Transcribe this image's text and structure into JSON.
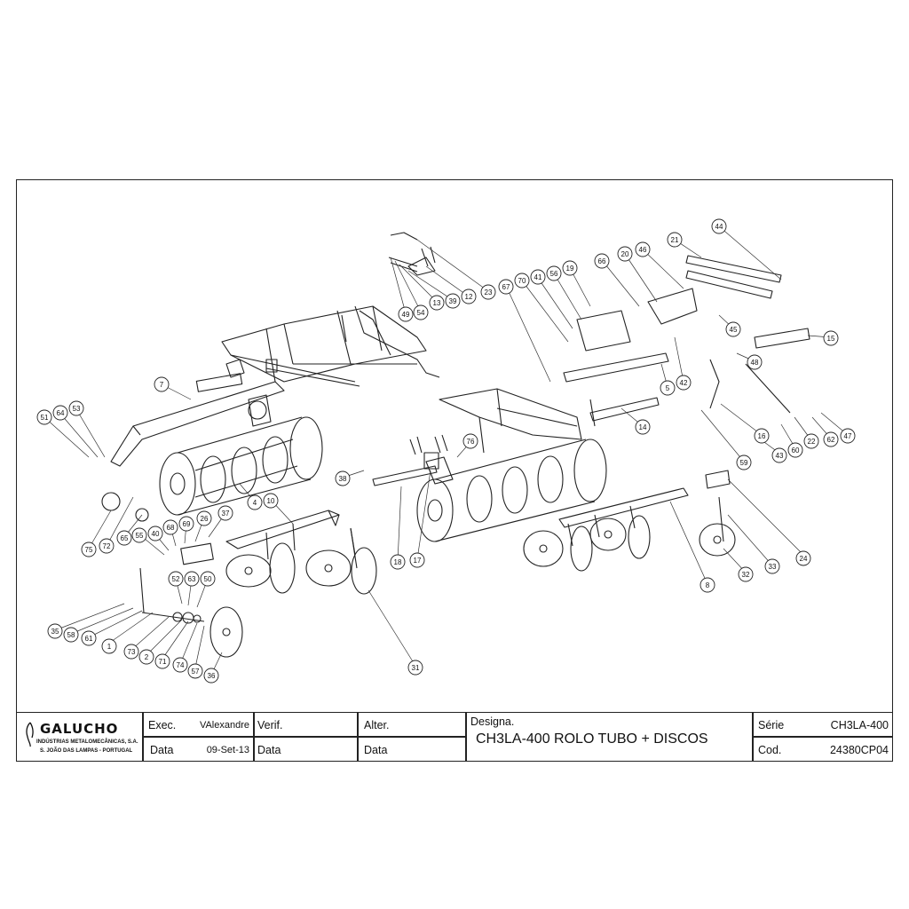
{
  "title_block": {
    "company": "GALUCHO",
    "company_line1": "INDÚSTRIAS METALOMECÂNICAS, S.A.",
    "company_line2": "S. JOÃO DAS LAMPAS - PORTUGAL",
    "exec_label": "Exec.",
    "exec_value": "VAlexandre",
    "verif_label": "Verif.",
    "alter_label": "Alter.",
    "data_label": "Data",
    "data_value": "09-Set-13",
    "data_label2": "Data",
    "data_label3": "Data",
    "designa_label": "Designa.",
    "designa_value": "CH3LA-400 ROLO TUBO + DISCOS",
    "serie_label": "Série",
    "serie_value": "CH3LA-400",
    "cod_label": "Cod.",
    "cod_value": "24380CP04"
  },
  "balloons": [
    "1",
    "2",
    "4",
    "5",
    "7",
    "8",
    "10",
    "12",
    "13",
    "14",
    "15",
    "16",
    "17",
    "18",
    "19",
    "20",
    "21",
    "22",
    "23",
    "24",
    "26",
    "31",
    "32",
    "33",
    "35",
    "36",
    "37",
    "38",
    "39",
    "40",
    "41",
    "42",
    "43",
    "44",
    "45",
    "46",
    "47",
    "48",
    "49",
    "50",
    "51",
    "52",
    "53",
    "54",
    "55",
    "56",
    "57",
    "58",
    "59",
    "60",
    "61",
    "62",
    "63",
    "64",
    "65",
    "66",
    "67",
    "68",
    "69",
    "70",
    "71",
    "72",
    "73",
    "74",
    "75",
    "76"
  ]
}
